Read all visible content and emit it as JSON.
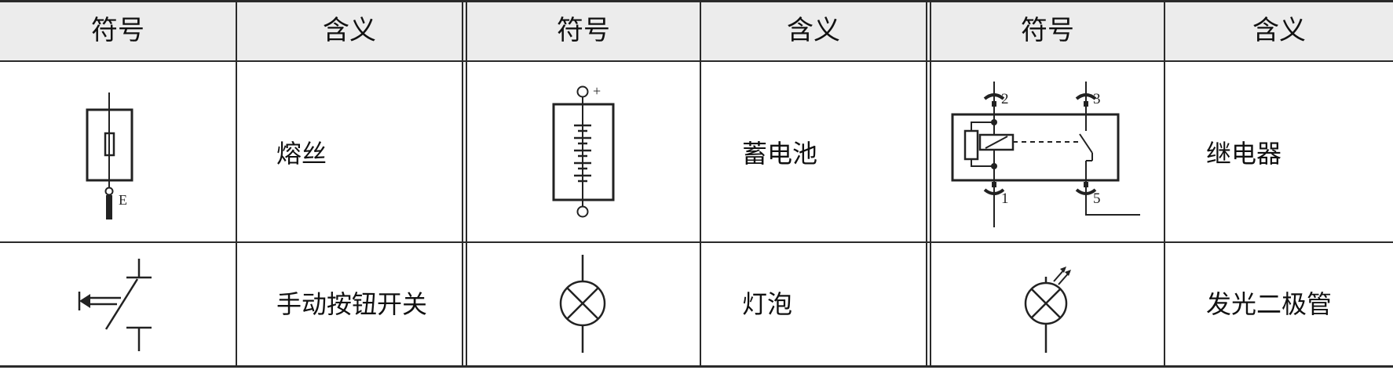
{
  "header": {
    "col1": "符号",
    "col2": "含义",
    "col3": "符号",
    "col4": "含义",
    "col5": "符号",
    "col6": "含义"
  },
  "row1": {
    "fuse": {
      "meaning": "熔丝",
      "terminal_label": "E"
    },
    "battery": {
      "meaning": "蓄电池",
      "plus_label": "+"
    },
    "relay": {
      "meaning": "继电器",
      "pin_labels": [
        "2",
        "3",
        "1",
        "5"
      ]
    }
  },
  "row2": {
    "push_button_switch": {
      "meaning": "手动按钮开关"
    },
    "bulb": {
      "meaning": "灯泡"
    },
    "led": {
      "meaning": "发光二极管"
    }
  }
}
